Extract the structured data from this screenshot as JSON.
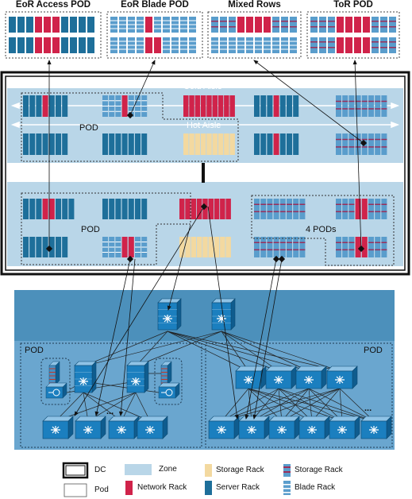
{
  "titles": {
    "eor_access": "EoR Access POD",
    "eor_blade": "EoR Blade POD",
    "mixed_rows": "Mixed Rows",
    "tor_pod": "ToR POD"
  },
  "zone_top": {
    "cold_aisle": "Cold Aisle",
    "hot_aisle": "Hot Aisle",
    "pod_label": "POD"
  },
  "zone_bottom": {
    "pod_label": "POD",
    "four_pods_label": "4 PODs"
  },
  "network": {
    "left_pod_label": "POD",
    "right_pod_label": "POD",
    "ellipsis_left": "...",
    "ellipsis_right": "..."
  },
  "legend": {
    "dc": "DC",
    "pod": "Pod",
    "zone": "Zone",
    "network_rack": "Network Rack",
    "storage_rack": "Storage Rack",
    "server_rack": "Server Rack",
    "storage_rack_alt": "Storage Rack",
    "blade_rack": "Blade Rack"
  },
  "colors": {
    "server_rack": "#1e6f9a",
    "network_rack": "#d0234a",
    "storage_rack_yellow": "#f3d9a0",
    "blade_rack": "#5a9dcc",
    "zone": "#b9d6e8",
    "switch_face": "#1b7fbf",
    "network_panel": "#4c90bb"
  }
}
